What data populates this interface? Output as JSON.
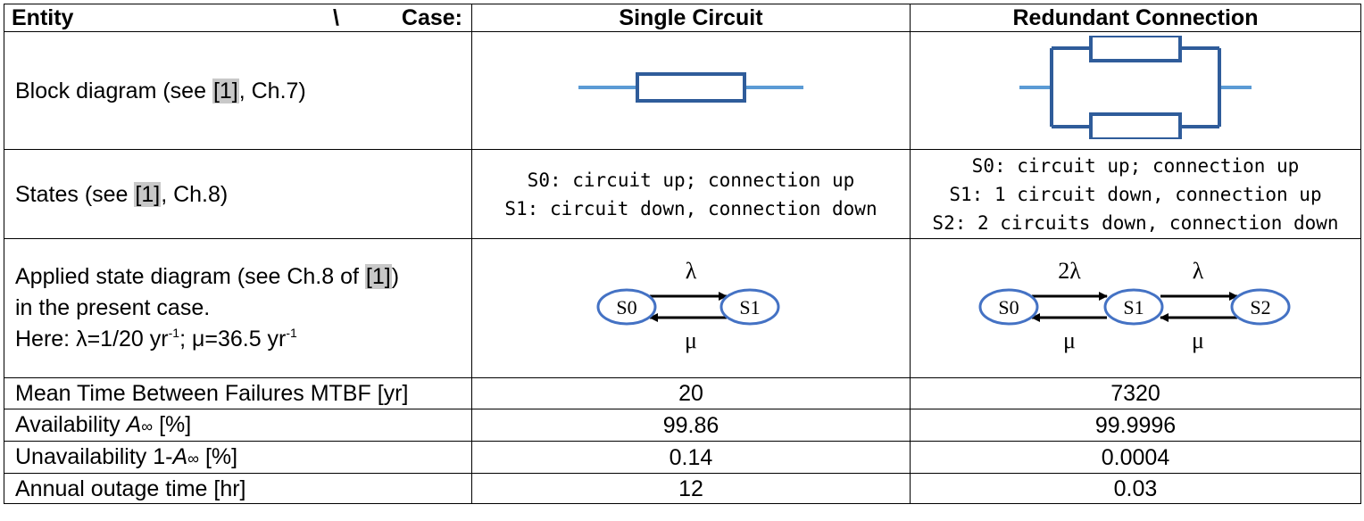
{
  "header": {
    "entity": "Entity",
    "separator": "\\",
    "case": "Case:",
    "single": "Single Circuit",
    "redundant": "Redundant Connection"
  },
  "rows": {
    "block": {
      "label_pre": "Block diagram (see ",
      "ref": "[1]",
      "label_post": ", Ch.7)"
    },
    "states": {
      "label_pre": "States (see ",
      "ref": "[1]",
      "label_post": ", Ch.8)",
      "single": [
        "S0: circuit up; connection up",
        "S1: circuit down, connection down"
      ],
      "redundant": [
        "S0: circuit up; connection up",
        "S1: 1 circuit down, connection up",
        "S2: 2 circuits down, connection down"
      ]
    },
    "state_diagram": {
      "line1_pre": "Applied state diagram (see Ch.8 of ",
      "ref": "[1]",
      "line1_post": ")",
      "line2": "in the present case.",
      "line3_a": "Here: λ=1/20 yr",
      "line3_sup1": "-1",
      "line3_b": "; μ=36.5 yr",
      "line3_sup2": "-1",
      "single": {
        "s0": "S0",
        "s1": "S1",
        "rate_up": "λ",
        "rate_down": "μ"
      },
      "redundant": {
        "s0": "S0",
        "s1": "S1",
        "s2": "S2",
        "rate_01": "2λ",
        "rate_12": "λ",
        "rate_10": "μ",
        "rate_21": "μ"
      }
    },
    "mtbf": {
      "label": "Mean Time Between Failures MTBF [yr]",
      "single": "20",
      "redundant": "7320"
    },
    "availability": {
      "label_pre": "Availability ",
      "symbol": "A",
      "sub": "∞",
      "label_post": " [%]",
      "single": "99.86",
      "redundant": "99.9996"
    },
    "unavailability": {
      "label_pre": "Unavailability 1-",
      "symbol": "A",
      "sub": "∞",
      "label_post": " [%]",
      "single": "0.14",
      "redundant": "0.0004"
    },
    "outage": {
      "label": "Annual outage time [hr]",
      "single": "12",
      "redundant": "0.03"
    }
  },
  "colors": {
    "diagram_blue": "#2f5c9a",
    "line_blue": "#5b9bd5",
    "ellipse_blue": "#4472c4",
    "ref_highlight": "#c8c8c8"
  }
}
